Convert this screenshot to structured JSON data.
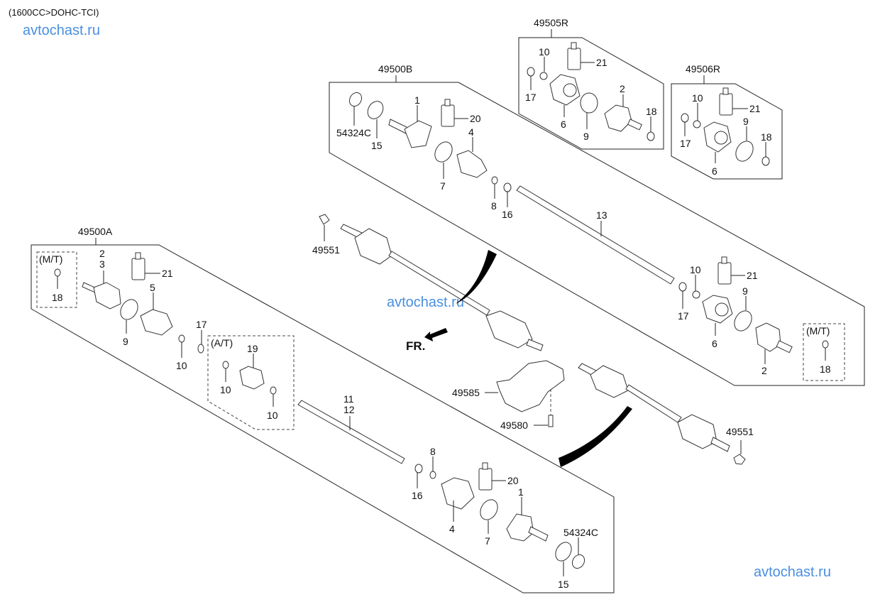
{
  "header": {
    "engine_spec": "(1600CC>DOHC-TCI)"
  },
  "watermarks": [
    "avtochast.ru",
    "avtochast.ru",
    "avtochast.ru"
  ],
  "direction_indicator": "FR.",
  "assemblies": {
    "a49500A": {
      "code": "49500A",
      "variant_mt": "(M/T)",
      "variant_at": "(A/T)",
      "labels": {
        "p2": "2",
        "p3": "3",
        "p21": "21",
        "p5": "5",
        "p9": "9",
        "p10a": "10",
        "p17": "17",
        "p18": "18",
        "p19": "19",
        "p10b": "10",
        "p10c": "10",
        "p11": "11",
        "p12": "12",
        "p8": "8",
        "p16": "16",
        "p20": "20",
        "p4": "4",
        "p1": "1",
        "p7": "7",
        "p54324C": "54324C",
        "p15": "15"
      }
    },
    "a49500B": {
      "code": "49500B",
      "variant_mt": "(M/T)",
      "labels": {
        "p54324C": "54324C",
        "p15": "15",
        "p1": "1",
        "p20": "20",
        "p4": "4",
        "p7": "7",
        "p8": "8",
        "p16": "16",
        "p13": "13",
        "p10": "10",
        "p21": "21",
        "p17": "17",
        "p9": "9",
        "p6": "6",
        "p2": "2",
        "p18": "18"
      }
    },
    "a49505R": {
      "code": "49505R",
      "labels": {
        "p10": "10",
        "p21": "21",
        "p17": "17",
        "p2": "2",
        "p6": "6",
        "p9": "9",
        "p18": "18"
      }
    },
    "a49506R": {
      "code": "49506R",
      "labels": {
        "p10": "10",
        "p21": "21",
        "p17": "17",
        "p9": "9",
        "p18": "18",
        "p6": "6"
      }
    }
  },
  "standalone_parts": {
    "nut_left": "49551",
    "nut_right": "49551",
    "bracket": "49585",
    "bolt": "49580"
  }
}
